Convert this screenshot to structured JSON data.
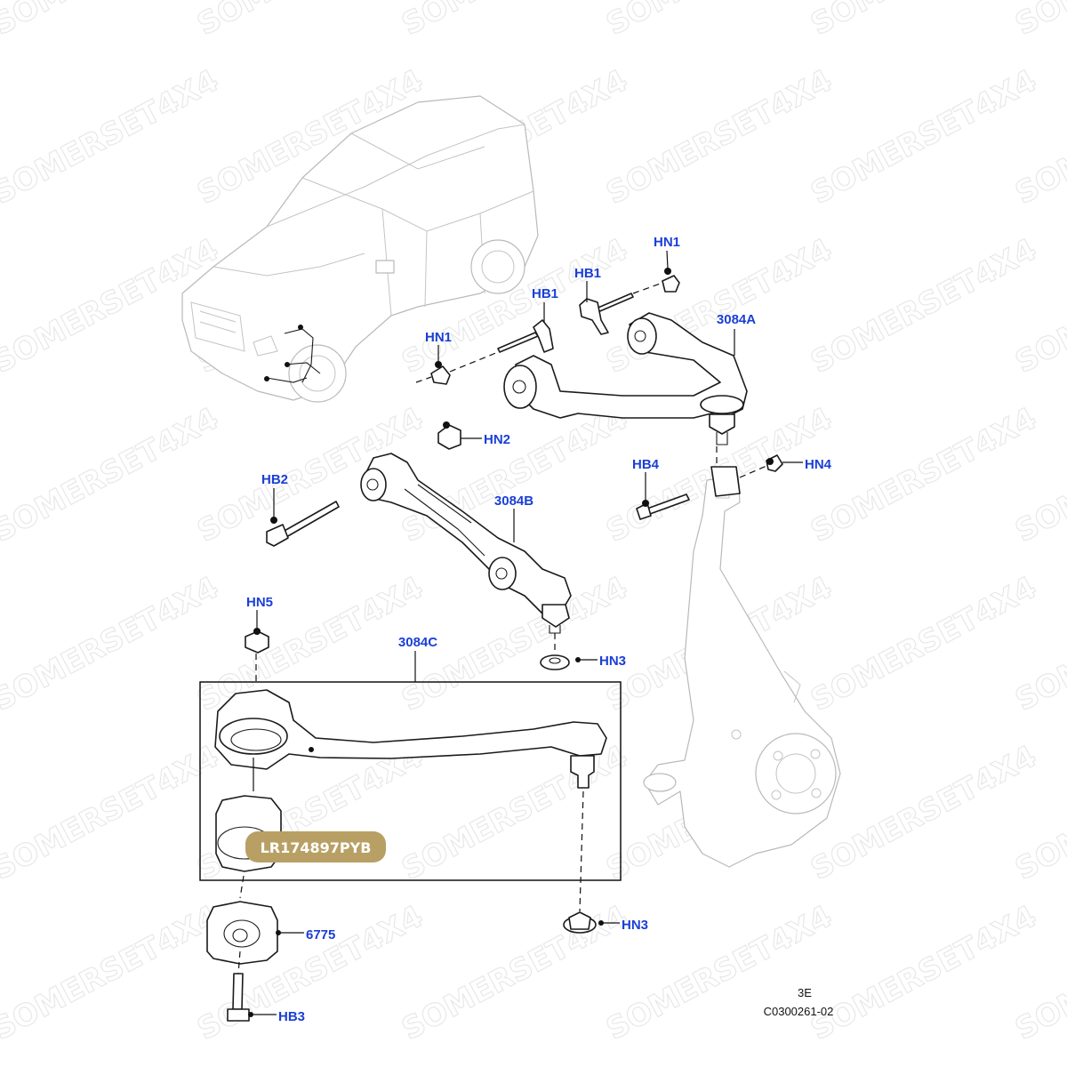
{
  "watermark": "SOMERSET4X4",
  "labels": {
    "hn1_top": "HN1",
    "hb1_top": "HB1",
    "hb1_left": "HB1",
    "hn1_left": "HN1",
    "arm_upper": "3084A",
    "hn2": "HN2",
    "hb2": "HB2",
    "arm_lower_rear": "3084B",
    "hb4": "HB4",
    "hn4": "HN4",
    "hn5": "HN5",
    "arm_lower_front": "3084C",
    "hn3_upper": "HN3",
    "hn3_lower": "HN3",
    "bush": "6775",
    "hb3": "HB3"
  },
  "part_badge": "LR174897PYB",
  "figure_ref": {
    "code": "3E",
    "number": "C0300261-02"
  },
  "colors": {
    "label": "#1a3fd6",
    "badge": "#b8a064",
    "watermark": "#e8e8e8"
  }
}
